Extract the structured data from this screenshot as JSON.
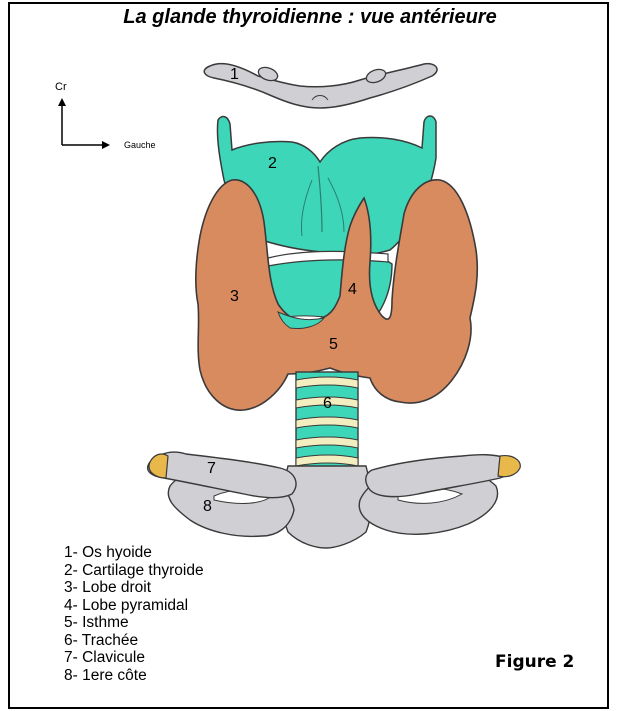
{
  "title": "La glande thyroidienne : vue antérieure",
  "orientation": {
    "up_label": "Cr",
    "right_label": "Gauche"
  },
  "markers": [
    "1",
    "2",
    "3",
    "4",
    "5",
    "6",
    "7",
    "8"
  ],
  "legend": [
    "1- Os hyoide",
    "2- Cartilage thyroide",
    "3- Lobe droit",
    "4- Lobe pyramidal",
    "5- Isthme",
    "6- Trachée",
    "7- Clavicule",
    "8- 1ere côte"
  ],
  "figure_label": "Figure 2",
  "colors": {
    "thyroid": "#d98b60",
    "cartilage": "#3dd6b8",
    "bone": "#cfcfd4",
    "trachea_ring": "#f3eebf",
    "clavicle_tip": "#e8b94a",
    "outline": "#3a3a3a"
  }
}
